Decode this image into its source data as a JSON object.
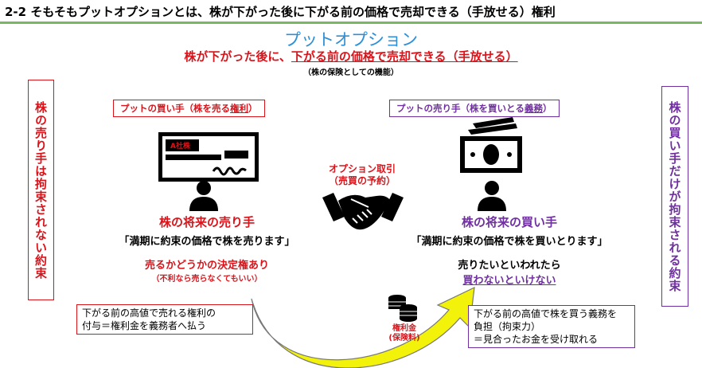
{
  "slide_title": "2-2 そもそもプットオプションとは、株が下がった後に下がる前の価格で売却できる（手放せる）権利",
  "main_heading": "プットオプション",
  "sub_heading": {
    "part1": "株が下がった後に、",
    "part2": "下がる前の価格で売却できる（手放せる）"
  },
  "hedge_note": "（株の保険としての機能）",
  "left_vertical": "株の売り手は拘束されない約束",
  "right_vertical": "株の買い手だけが拘束される約束",
  "buyer": {
    "box_prefix": "プットの買い手（株を売る",
    "box_emph": "権利",
    "box_suffix": "）",
    "check_company": "A社株",
    "role": "株の将来の売り手",
    "quote": "「満期に約束の価格で株を売ります」",
    "right": "売るかどうかの決定権あり",
    "right_note": "（不利なら売らなくてもいい）"
  },
  "seller": {
    "box_prefix": "プットの売り手（株を買いとる",
    "box_emph": "義務",
    "box_suffix": "）",
    "role": "株の将来の買い手",
    "quote": "「満期に約束の価格で株を買いとります」",
    "obligation_1": "売りたいといわれたら",
    "obligation_2": "買わないといけない"
  },
  "option_label": {
    "line1": "オプション取引",
    "line2": "（売買の予約）"
  },
  "premium_box": {
    "line1": "下がる前の高値で売れる権利の",
    "line2": "付与＝権利金を義務者へ払う"
  },
  "obligation_box": {
    "line1": "下がる前の高値で株を買う義務を",
    "line2": "負担（拘束力）",
    "line3": "＝見合ったお金を受け取れる"
  },
  "premium_label": {
    "line1": "権利金",
    "line2": "(保険料)"
  },
  "colors": {
    "title_rule": "#7bb661",
    "heading_blue": "#2e8fd6",
    "red": "#d9141b",
    "purple": "#7030a0",
    "arrow_yellow": "#f2f20a"
  },
  "icons": [
    "check-icon",
    "person-icon",
    "cash-icon",
    "handshake-icon",
    "coins-icon",
    "curved-arrow-icon"
  ]
}
